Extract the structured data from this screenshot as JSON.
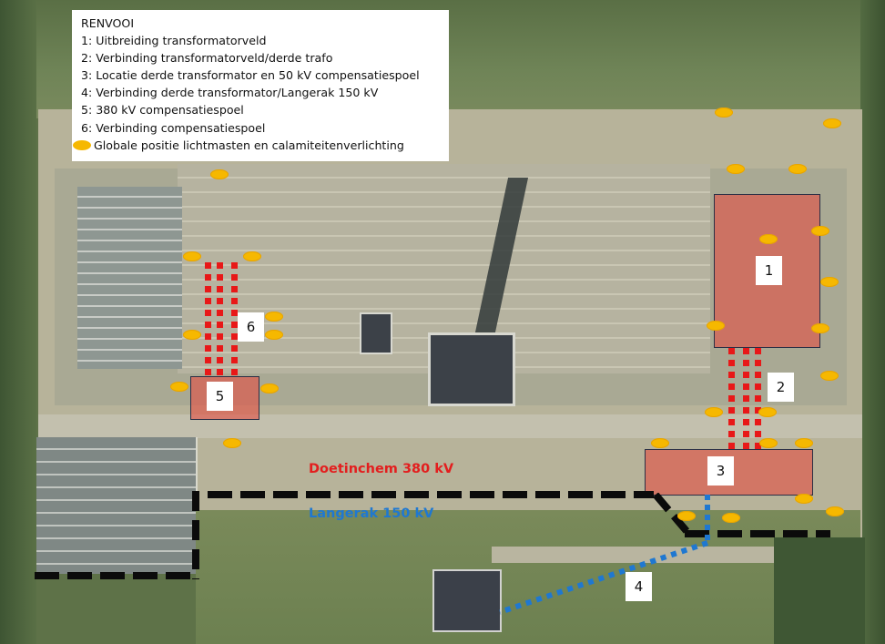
{
  "legend": {
    "title": "RENVOOI",
    "items": [
      "1: Uitbreiding transformatorveld",
      "2: Verbinding transformatorveld/derde trafo",
      "3: Locatie derde transformator en 50 kV compensatiespoel",
      "4: Verbinding derde transformator/Langerak 150 kV",
      "5: 380 kV compensatiespoel",
      "6: Verbinding compensatiespoel"
    ],
    "lamp_item": "Globale positie lichtmasten en calamiteitenverlichting",
    "lamp_color": "#f6b800"
  },
  "zones": [
    {
      "id": "1",
      "label": "1"
    },
    {
      "id": "3",
      "label": "3"
    },
    {
      "id": "5",
      "label": "5"
    }
  ],
  "connection_labels": {
    "two": "2",
    "four": "4",
    "six": "6"
  },
  "routes": {
    "doetinchem": {
      "label": "Doetinchem 380 kV",
      "color": "#e31e1e"
    },
    "langerak": {
      "label": "Langerak 150 kV",
      "color": "#1f78d1"
    }
  },
  "colors": {
    "zone_fill": "rgba(226,80,70,0.62)",
    "connection_red": "#e81818",
    "cable_black": "#0b0b0b",
    "cable_blue": "#1f78d1"
  }
}
